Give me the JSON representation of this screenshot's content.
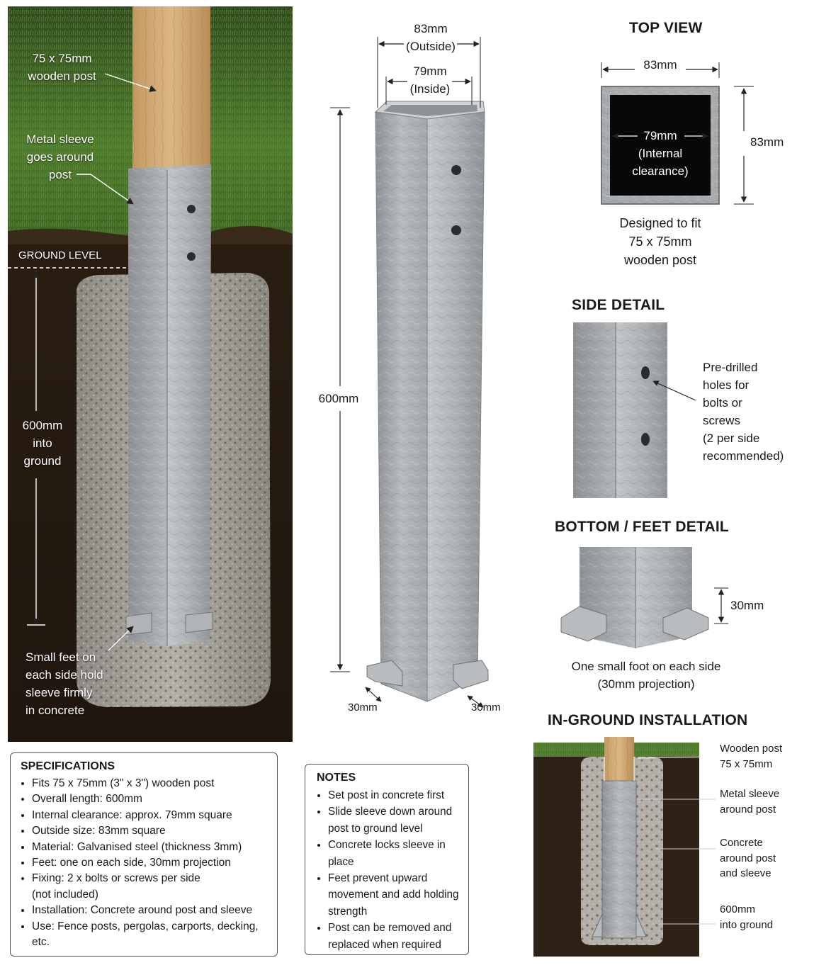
{
  "scene": {
    "post_label": [
      "75 x 75mm",
      "wooden post"
    ],
    "sleeve_label": [
      "Metal sleeve",
      "goes around",
      "post"
    ],
    "ground_level": "GROUND LEVEL",
    "depth_label": [
      "600mm",
      "into",
      "ground"
    ],
    "feet_label": [
      "Small feet on",
      "each side hold",
      "sleeve firmly",
      "in concrete"
    ]
  },
  "main_sleeve": {
    "outside_value": "83mm",
    "outside_note": "(Outside)",
    "inside_value": "79mm",
    "inside_note": "(Inside)",
    "length": "600mm",
    "foot_left": "30mm",
    "foot_right": "30mm"
  },
  "top_view": {
    "title": "TOP VIEW",
    "width": "83mm",
    "height": "83mm",
    "internal": [
      "79mm",
      "(Internal",
      "clearance)"
    ],
    "caption": [
      "Designed to fit",
      "75 x 75mm",
      "wooden post"
    ]
  },
  "side_detail": {
    "title": "SIDE DETAIL",
    "note": [
      "Pre-drilled",
      "holes for",
      "bolts or",
      "screws",
      "(2 per side",
      "recommended)"
    ]
  },
  "bottom_detail": {
    "title": "BOTTOM / FEET DETAIL",
    "height": "30mm",
    "caption": [
      "One small foot on each side",
      "(30mm projection)"
    ]
  },
  "install": {
    "title": "IN-GROUND INSTALLATION",
    "labels": [
      [
        "Wooden post",
        "75 x 75mm"
      ],
      [
        "Metal sleeve",
        "around post"
      ],
      [
        "Concrete",
        "around post",
        "and sleeve"
      ],
      [
        "600mm",
        "into ground"
      ]
    ]
  },
  "specifications": {
    "title": "SPECIFICATIONS",
    "items": [
      "Fits 75 x 75mm (3\" x 3\") wooden post",
      "Overall length: 600mm",
      "Internal clearance: approx. 79mm square",
      "Outside size: 83mm square",
      "Material: Galvanised steel (thickness 3mm)",
      "Feet: one on each side, 30mm projection",
      "Fixing: 2 x bolts or screws per side (not included)",
      "Installation: Concrete around post and sleeve",
      "Use: Fence posts, pergolas, carports, decking, etc."
    ]
  },
  "notes": {
    "title": "NOTES",
    "items": [
      "Set post in concrete first",
      "Slide sleeve down around post to ground level",
      "Concrete locks sleeve in place",
      "Feet prevent upward movement and add holding strength",
      "Post can be removed and replaced when required"
    ]
  }
}
